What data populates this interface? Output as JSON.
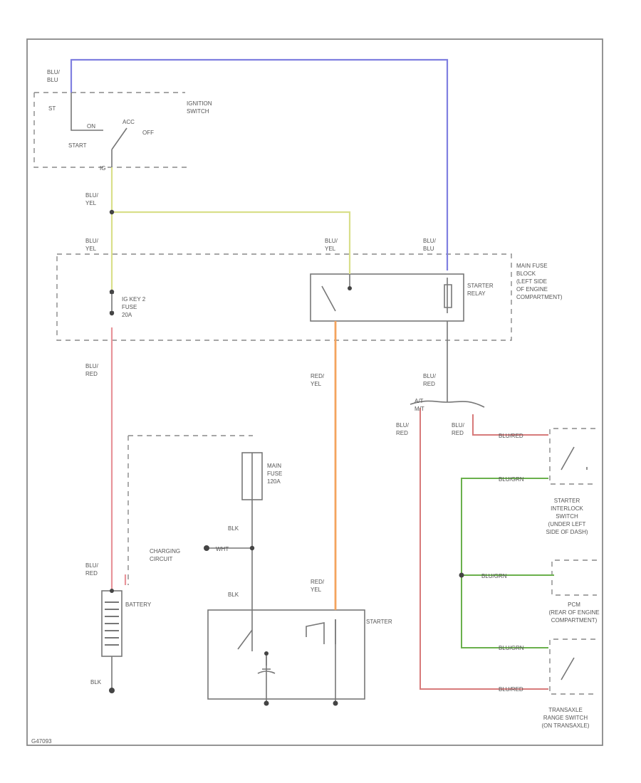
{
  "colors": {
    "blu_blu": "#7f7fe0",
    "blu_yel": "#d9df8a",
    "blu_red": "#e8949a",
    "red_yel": "#f4a45e",
    "red": "#d77a7a",
    "grn": "#6ab04c",
    "wire": "#777777"
  },
  "labels": {
    "blu_blu": [
      "BLU/",
      "BLU"
    ],
    "st": "ST",
    "ignition_switch": [
      "IGNITION",
      "SWITCH"
    ],
    "on": "ON",
    "acc": "ACC",
    "off": "OFF",
    "start": "START",
    "ig_terminal": "IG",
    "blu_yel_1": [
      "BLU/",
      "YEL"
    ],
    "blu_yel_2": [
      "BLU/",
      "YEL"
    ],
    "blu_yel_relay": [
      "BLU/",
      "YEL"
    ],
    "blu_blu_relay": [
      "BLU/",
      "BLU"
    ],
    "main_fuse_block": [
      "MAIN FUSE",
      "BLOCK",
      "(LEFT SIDE",
      "OF ENGINE",
      "COMPARTMENT)"
    ],
    "starter_relay": [
      "STARTER",
      "RELAY"
    ],
    "ig_fuse": [
      "IG KEY 2",
      "FUSE",
      "20A"
    ],
    "blu_red_1": [
      "BLU/",
      "RED"
    ],
    "red_yel_1": [
      "RED/",
      "YEL"
    ],
    "blu_red_relay_out": [
      "BLU/",
      "RED"
    ],
    "at_mt": [
      "A/T",
      "M/T"
    ],
    "blu_red_at": [
      "BLU/",
      "RED"
    ],
    "blu_red_mt": [
      "BLU/",
      "RED"
    ],
    "main_fuse": [
      "MAIN",
      "FUSE",
      "120A"
    ],
    "blk": "BLK",
    "charging_circuit": [
      "CHARGING",
      "CIRCUIT"
    ],
    "wht_conn": "WHT",
    "blu_red_2": [
      "BLU/",
      "RED"
    ],
    "battery": "BATTERY",
    "blk_2": "BLK",
    "red_yel_2": [
      "RED/",
      "YEL"
    ],
    "starter": "STARTER",
    "blk_gnd": "BLK",
    "wire_tag_1": "BLU/RED",
    "wire_tag_2": "BLU/GRN",
    "wire_tag_3": "BLU/GRN",
    "wire_tag_pcm": "BLU/GRN",
    "wire_tag_4": "BLU/RED",
    "starter_interlock": [
      "STARTER",
      "INTERLOCK",
      "SWITCH",
      "(UNDER LEFT",
      "SIDE OF DASH)"
    ],
    "pcm": [
      "PCM",
      "(REAR OF ENGINE",
      "COMPARTMENT)"
    ],
    "transaxle_range": [
      "TRANSAXLE",
      "RANGE SWITCH",
      "(ON TRANSAXLE)"
    ],
    "figure_id": "G47093"
  }
}
